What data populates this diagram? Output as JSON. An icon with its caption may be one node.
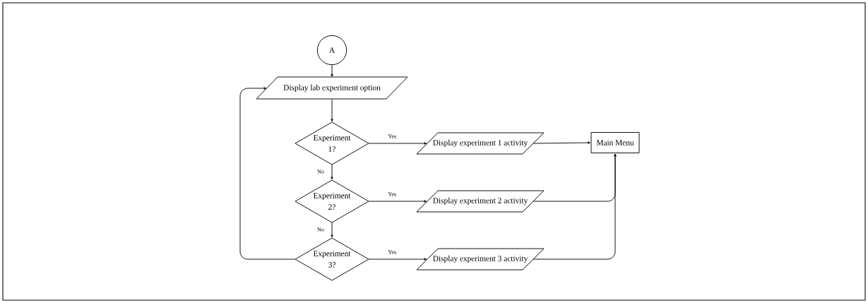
{
  "diagram": {
    "nodes": [
      {
        "text": [
          "A"
        ]
      },
      {
        "text": [
          "Display lab experiment option"
        ]
      },
      {
        "text": [
          "Experiment 1?"
        ]
      },
      {
        "text": [
          "Experiment 2?"
        ]
      },
      {
        "text": [
          "Experiment 3?"
        ]
      },
      {
        "text": [
          "Display experiment 1 activity"
        ]
      },
      {
        "text": [
          "Display experiment 2 activity"
        ]
      },
      {
        "text": [
          "Display experiment 3 activity"
        ]
      },
      {
        "text": [
          "Main Menu"
        ]
      }
    ],
    "edges": [
      {
        "from": 0,
        "to": 1,
        "arrow": "to"
      },
      {
        "from": 1,
        "to": 2,
        "arrow": "to"
      },
      {
        "from": 2,
        "to": 3,
        "arrow": "to",
        "label": "No"
      },
      {
        "from": 3,
        "to": 4,
        "arrow": "to",
        "label": "No"
      },
      {
        "from": 4,
        "to": 1,
        "arrow": "to"
      },
      {
        "from": 2,
        "to": 5,
        "arrow": "to",
        "label": "Yes"
      },
      {
        "from": 3,
        "to": 6,
        "arrow": "to",
        "label": "Yes"
      },
      {
        "from": 4,
        "to": 7,
        "arrow": "to",
        "label": "Yes"
      },
      {
        "from": 5,
        "to": 8,
        "arrow": "to"
      },
      {
        "from": 6,
        "to": 8,
        "arrow": "to"
      },
      {
        "from": 7,
        "to": 8,
        "arrow": "to"
      }
    ]
  }
}
